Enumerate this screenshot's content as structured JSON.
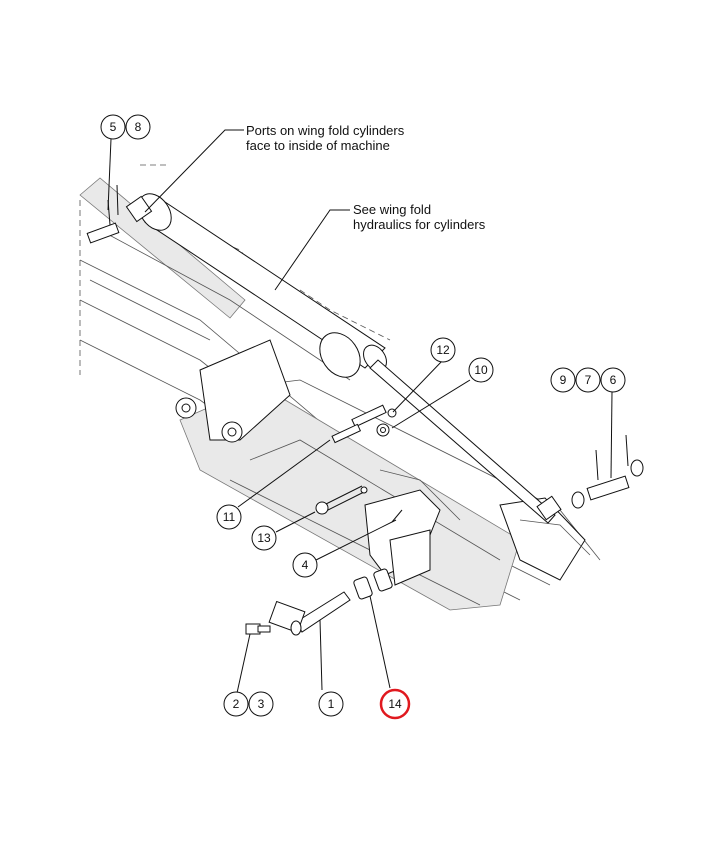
{
  "callouts": {
    "ports": [
      "Ports on wing fold cylinders",
      "face to inside of machine"
    ],
    "hydraulics": [
      "See wing fold",
      "hydraulics for cylinders"
    ]
  },
  "bubbles": {
    "b5": "5",
    "b8": "8",
    "b12": "12",
    "b10": "10",
    "b9": "9",
    "b7": "7",
    "b6": "6",
    "b11": "11",
    "b13": "13",
    "b4": "4",
    "b2": "2",
    "b3": "3",
    "b1": "1",
    "b14": "14"
  },
  "highlight": {
    "part": "14",
    "color": "#e0191f"
  }
}
